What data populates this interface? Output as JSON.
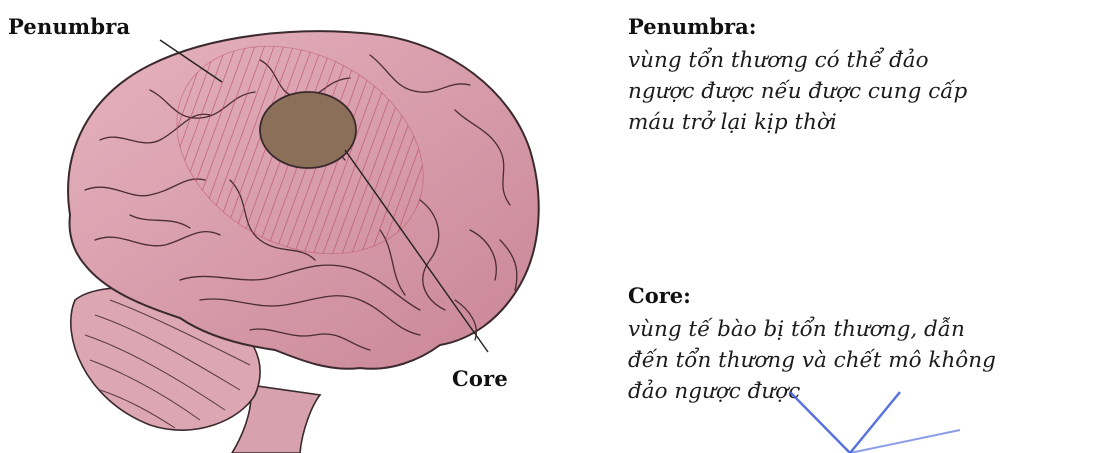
{
  "diagram": {
    "label_penumbra": "Penumbra",
    "label_core": "Core"
  },
  "penumbra": {
    "title": "Penumbra:",
    "text": "vùng tổn thương có thể đảo\nngược được nếu được cung cấp\nmáu trở lại kịp thời"
  },
  "core": {
    "title": "Core:",
    "text": "vùng tế bào bị tổn thương, dẫn\nđến tổn thương và chết mô không\nđảo ngược được"
  },
  "colors": {
    "brain": "#d99aa8",
    "brain_outline": "#3a2a2e",
    "penumbra_hatch": "#b5495f",
    "core": "#8c6f58",
    "watermark": "#3d5bd9"
  }
}
